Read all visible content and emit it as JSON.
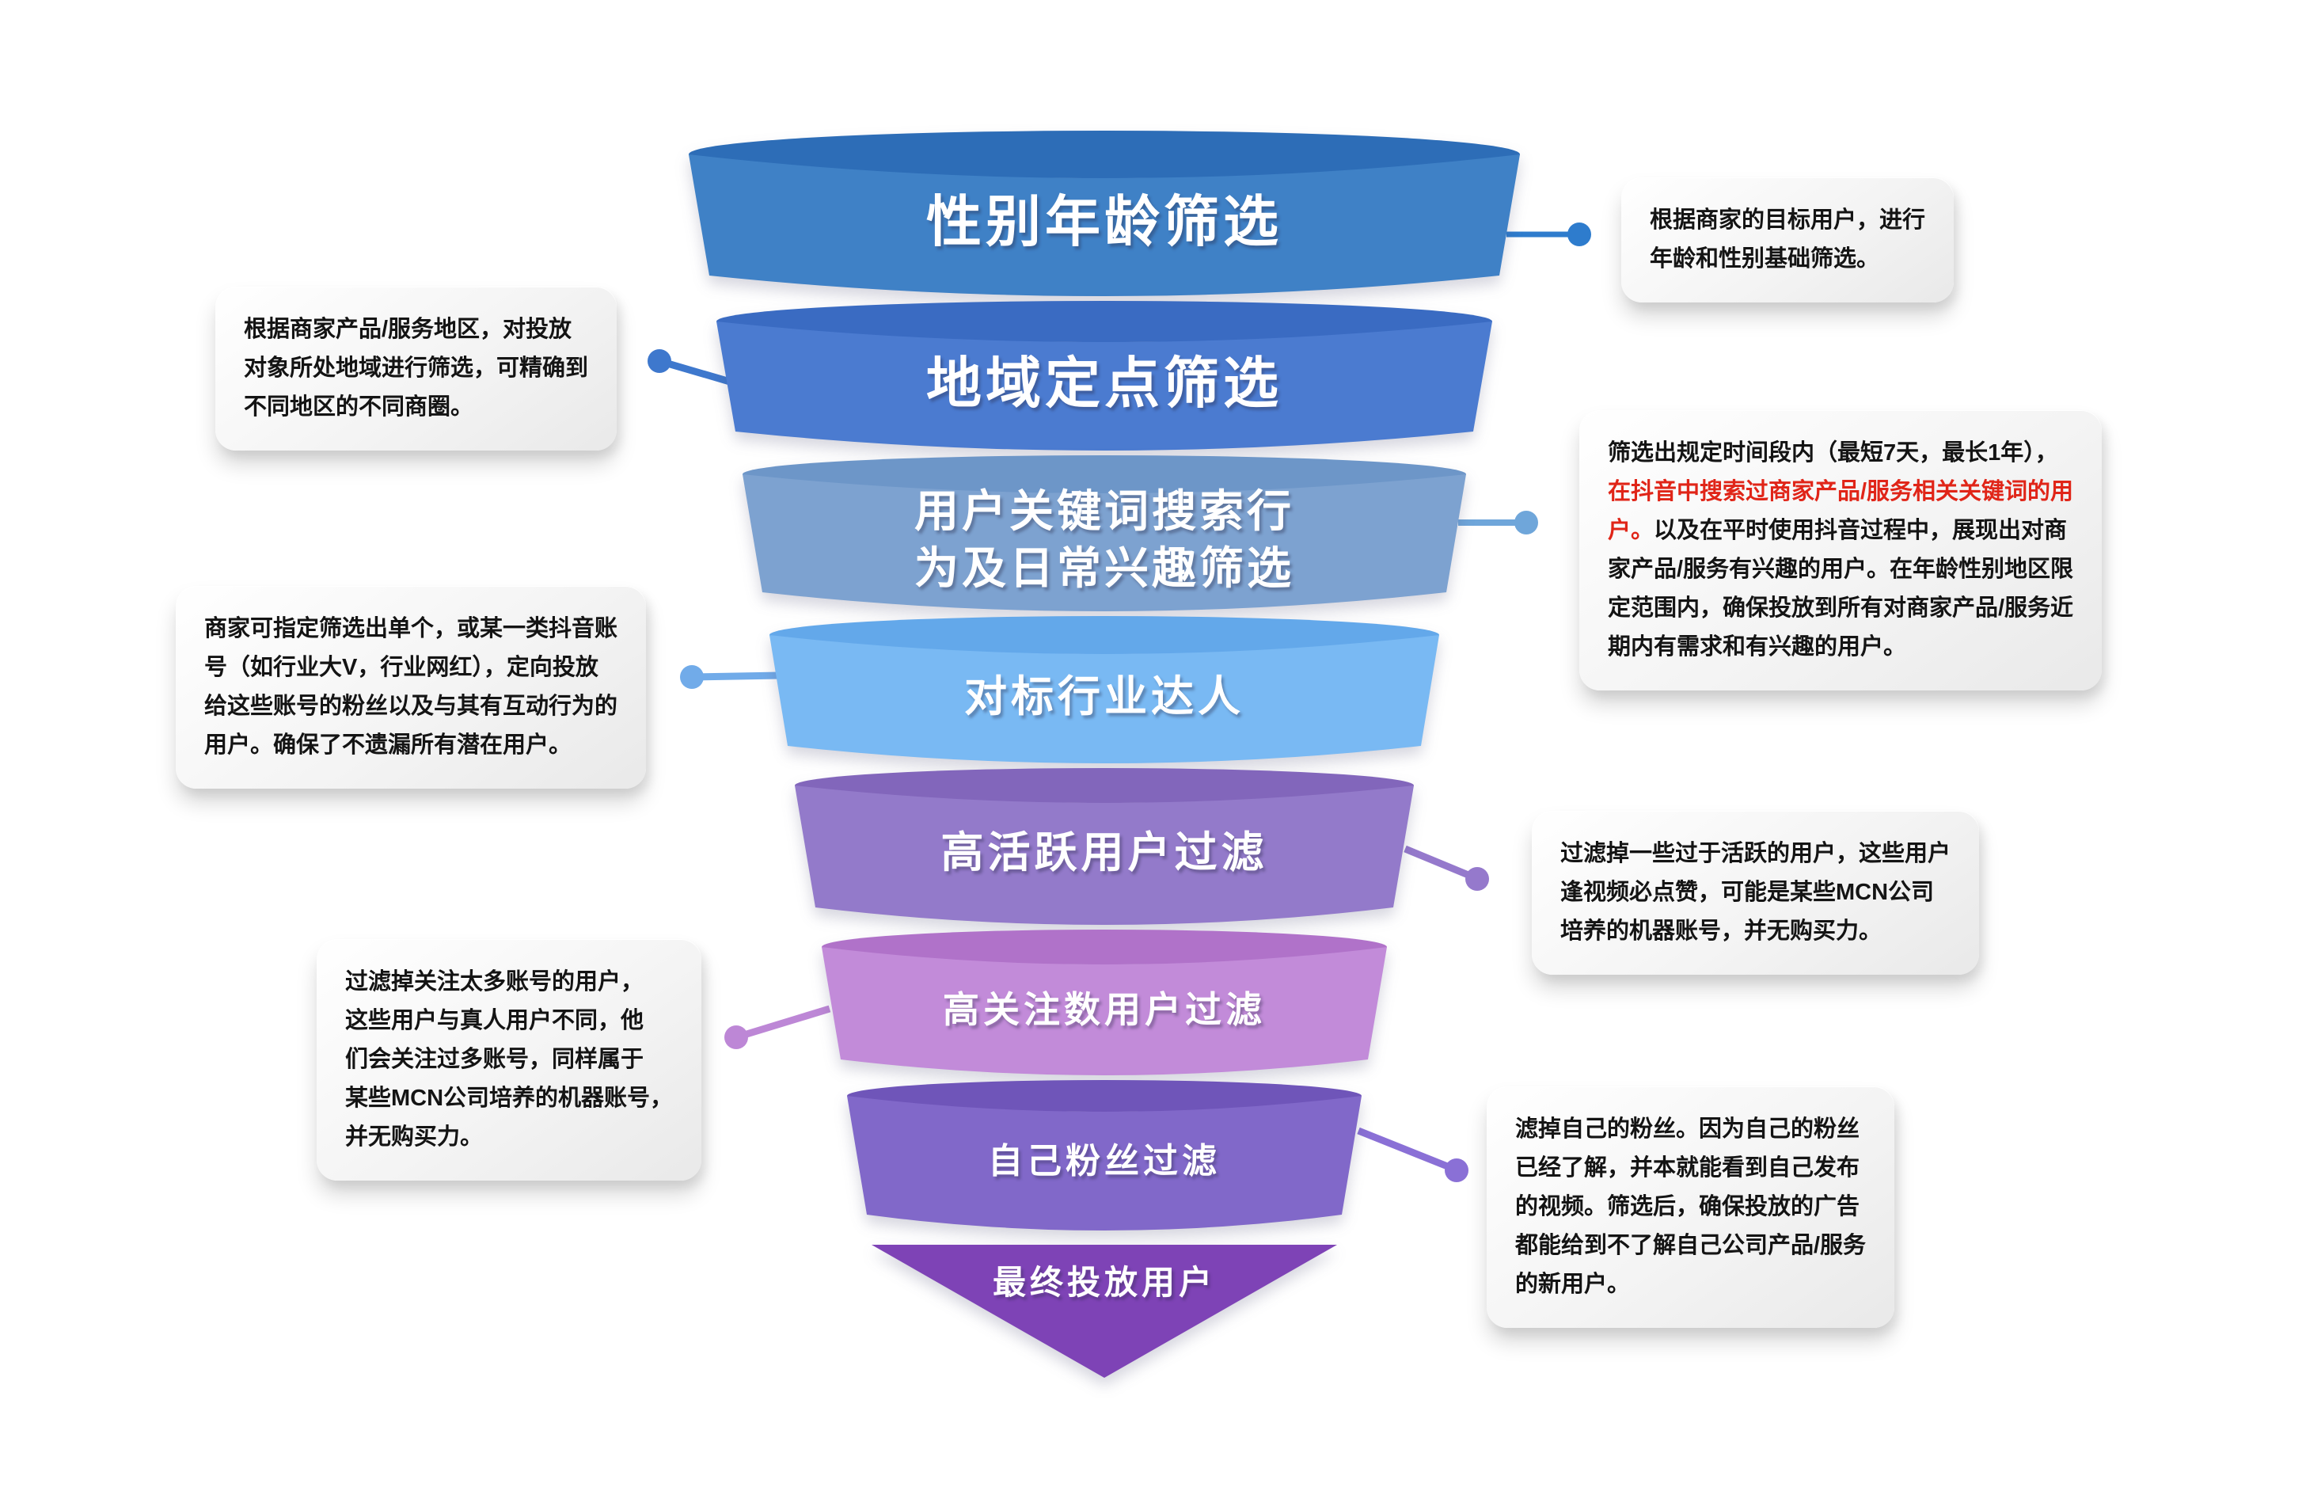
{
  "funnel": {
    "levels": [
      {
        "label": "性别年龄筛选",
        "face": "#3f81c6",
        "lid": "#2d6db7"
      },
      {
        "label": "地域定点筛选",
        "face": "#4b7bd0",
        "lid": "#3a6bc2"
      },
      {
        "label": "用户关键词搜索行为及日常兴趣筛选",
        "face": "#7da2d0",
        "lid": "#6d96c8"
      },
      {
        "label": "对标行业达人",
        "face": "#79b9f3",
        "lid": "#63a8ea"
      },
      {
        "label": "高活跃用户过滤",
        "face": "#937aca",
        "lid": "#8266bb"
      },
      {
        "label": "高关注数用户过滤",
        "face": "#c28bd9",
        "lid": "#b072c9"
      },
      {
        "label": "自己粉丝过滤",
        "face": "#8168c9",
        "lid": "#6f55b9"
      }
    ],
    "final_label": "最终投放用户",
    "final_color": "#7e43b6"
  },
  "callouts": {
    "right1": {
      "text": "根据商家的目标用户，进行\n年龄和性别基础筛选。",
      "connector_color": "#2e7ccd"
    },
    "left1": {
      "text": "根据商家产品/服务地区，对投放\n对象所处地域进行筛选，可精确到\n不同地区的不同商圈。",
      "connector_color": "#3e78cd"
    },
    "right2": {
      "text_before": "筛选出规定时间段内（最短7天，最长1年），\n",
      "highlight": "在抖音中搜索过商家产品/服务相关关键词的用\n户。",
      "highlight_color": "#e02518",
      "text_after": "以及在平时使用抖音过程中，展现出对商\n家产品/服务有兴趣的用户。在年龄性别地区限\n定范围内，确保投放到所有对商家产品/服务近\n期内有需求和有兴趣的用户。",
      "connector_color": "#6fa6da"
    },
    "left2": {
      "text": "商家可指定筛选出单个，或某一类抖音账\n号（如行业大V，行业网红），定向投放\n给这些账号的粉丝以及与其有互动行为的\n用户。确保了不遗漏所有潜在用户。",
      "connector_color": "#71abe9"
    },
    "right3": {
      "text": "过滤掉一些过于活跃的用户，这些用户\n逢视频必点赞，可能是某些MCN公司\n培养的机器账号，并无购买力。",
      "connector_color": "#9579cc"
    },
    "left3": {
      "text": "过滤掉关注太多账号的用户，\n这些用户与真人用户不同，他\n们会关注过多账号，同样属于\n某些MCN公司培养的机器账号，\n并无购买力。",
      "connector_color": "#bd87d6"
    },
    "right4": {
      "text": "滤掉自己的粉丝。因为自己的粉丝\n已经了解，并本就能看到自己发布\n的视频。筛选后，确保投放的广告\n都能给到不了解自己公司产品/服务\n的新用户。",
      "connector_color": "#8a70d6"
    }
  }
}
